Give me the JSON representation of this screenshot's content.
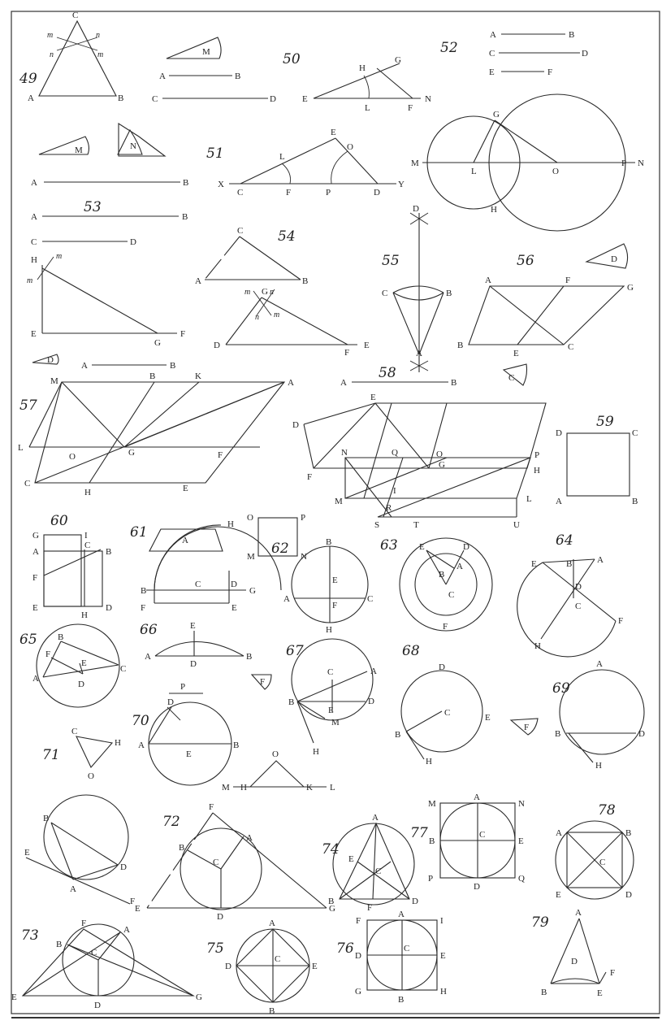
{
  "figures": {
    "f49": {
      "number": "49",
      "labels": {
        "A": "A",
        "B": "B",
        "C": "C",
        "M": "M",
        "m1": "m",
        "m2": "m",
        "n1": "n",
        "n2": "n",
        "ab_A": "A",
        "ab_B": "B",
        "cd_C": "C",
        "cd_D": "D"
      }
    },
    "f50": {
      "number": "50",
      "labels": {
        "E": "E",
        "H": "H",
        "G": "G",
        "L": "L",
        "F": "F",
        "N": "N"
      }
    },
    "f51": {
      "number": "51",
      "labels": {
        "M": "M",
        "N": "N",
        "A": "A",
        "B": "B",
        "X": "X",
        "C": "C",
        "L": "L",
        "F": "F",
        "E": "E",
        "O": "O",
        "P": "P",
        "D": "D",
        "Y": "Y"
      }
    },
    "f52": {
      "number": "52",
      "labels": {
        "A": "A",
        "B": "B",
        "C": "C",
        "D": "D",
        "E": "E",
        "F": "F",
        "M": "M",
        "L": "L",
        "G": "G",
        "O": "O",
        "P": "P",
        "N": "N",
        "H": "H"
      }
    },
    "f53": {
      "number": "53",
      "labels": {
        "A": "A",
        "B": "B",
        "C": "C",
        "D": "D",
        "H": "H",
        "m1": "m",
        "m2": "m",
        "E": "E",
        "G": "G",
        "F": "F"
      }
    },
    "f54": {
      "number": "54",
      "labels": {
        "C": "C",
        "A": "A",
        "B": "B",
        "G": "G",
        "m1": "m",
        "n1": "n",
        "n2": "n",
        "m2": "m",
        "D": "D",
        "F": "F",
        "E": "E"
      }
    },
    "f55": {
      "number": "55",
      "labels": {
        "D": "D",
        "C": "C",
        "B": "B",
        "A": "A"
      }
    },
    "f56": {
      "number": "56",
      "labels": {
        "D": "D",
        "A": "A",
        "F": "F",
        "G": "G",
        "B": "B",
        "E": "E",
        "C": "C",
        "C2": "C"
      }
    },
    "f57": {
      "number": "57",
      "labels": {
        "D": "D",
        "A0": "A",
        "B0": "B",
        "M": "M",
        "B": "B",
        "K": "K",
        "A": "A",
        "L": "L",
        "O": "O",
        "G": "G",
        "F": "F",
        "C": "C",
        "H": "H",
        "E": "E"
      }
    },
    "f58": {
      "number": "58",
      "labels": {
        "A": "A",
        "B": "B",
        "E": "E",
        "D": "D",
        "F": "F",
        "N": "N",
        "Q": "Q",
        "O": "O",
        "G": "G",
        "P": "P",
        "H": "H",
        "M": "M",
        "I": "I",
        "R": "R",
        "L": "L",
        "S": "S",
        "T": "T",
        "U": "U"
      }
    },
    "f59": {
      "number": "59",
      "labels": {
        "D": "D",
        "C": "C",
        "A": "A",
        "B": "B"
      }
    },
    "f60": {
      "number": "60",
      "labels": {
        "G": "G",
        "I": "I",
        "A": "A",
        "C": "C",
        "B": "B",
        "F": "F",
        "E": "E",
        "H": "H",
        "D": "D"
      }
    },
    "f61": {
      "number": "61",
      "labels": {
        "A": "A",
        "O": "O",
        "P": "P",
        "M": "M",
        "N": "N",
        "H": "H",
        "B": "B",
        "C": "C",
        "D": "D",
        "G": "G",
        "F": "F",
        "E": "E"
      }
    },
    "f62": {
      "number": "62",
      "labels": {
        "B": "B",
        "E": "E",
        "A": "A",
        "F": "F",
        "C": "C",
        "H": "H"
      }
    },
    "f63": {
      "number": "63",
      "labels": {
        "E": "E",
        "D": "D",
        "B": "B",
        "A": "A",
        "C": "C",
        "F": "F"
      }
    },
    "f64": {
      "number": "64",
      "labels": {
        "E": "E",
        "B": "B",
        "A": "A",
        "D": "D",
        "C": "C",
        "F": "F",
        "H": "H"
      }
    },
    "f65": {
      "number": "65",
      "labels": {
        "B": "B",
        "F": "F",
        "E": "E",
        "A": "A",
        "D": "D",
        "C": "C"
      }
    },
    "f66": {
      "number": "66",
      "labels": {
        "E": "E",
        "A": "A",
        "D": "D",
        "B": "B",
        "F": "F"
      }
    },
    "f67": {
      "number": "67",
      "labels": {
        "A": "A",
        "C": "C",
        "B": "B",
        "E": "E",
        "D": "D",
        "H": "H",
        "M": "M"
      }
    },
    "f68": {
      "number": "68",
      "labels": {
        "D": "D",
        "C": "C",
        "E": "E",
        "B": "B",
        "H": "H",
        "F": "F"
      }
    },
    "f69": {
      "number": "69",
      "labels": {
        "A": "A",
        "B": "B",
        "D": "D",
        "H": "H"
      }
    },
    "f70": {
      "number": "70",
      "labels": {
        "P": "P",
        "D": "D",
        "A": "A",
        "E": "E",
        "B": "B",
        "O": "O",
        "M": "M",
        "H": "H",
        "K": "K",
        "L": "L"
      }
    },
    "f71": {
      "number": "71",
      "labels": {
        "C": "C",
        "H": "H",
        "O": "O",
        "B": "B",
        "D": "D",
        "E": "E",
        "A": "A",
        "F": "F"
      }
    },
    "f72": {
      "number": "72",
      "labels": {
        "F": "F",
        "B": "B",
        "A": "A",
        "C": "C",
        "E": "E",
        "D": "D",
        "G": "G"
      }
    },
    "f73": {
      "number": "73",
      "labels": {
        "F": "F",
        "A": "A",
        "B": "B",
        "C": "C",
        "E": "E",
        "D": "D",
        "G": "G"
      }
    },
    "f74": {
      "number": "74",
      "labels": {
        "A": "A",
        "E": "E",
        "C": "C",
        "B": "B",
        "F": "F",
        "D": "D"
      }
    },
    "f75": {
      "number": "75",
      "labels": {
        "A": "A",
        "C": "C",
        "D": "D",
        "E": "E",
        "B": "B"
      }
    },
    "f76": {
      "number": "76",
      "labels": {
        "F": "F",
        "A": "A",
        "I": "I",
        "D": "D",
        "C": "C",
        "E": "E",
        "G": "G",
        "B": "B",
        "H": "H"
      }
    },
    "f77": {
      "number": "77",
      "labels": {
        "M": "M",
        "A": "A",
        "N": "N",
        "B": "B",
        "C": "C",
        "E": "E",
        "P": "P",
        "D": "D",
        "Q": "Q"
      }
    },
    "f78": {
      "number": "78",
      "labels": {
        "A": "A",
        "B": "B",
        "C": "C",
        "E": "E",
        "D": "D"
      }
    },
    "f79": {
      "number": "79",
      "labels": {
        "A": "A",
        "D": "D",
        "F": "F",
        "B": "B",
        "E": "E"
      }
    }
  }
}
